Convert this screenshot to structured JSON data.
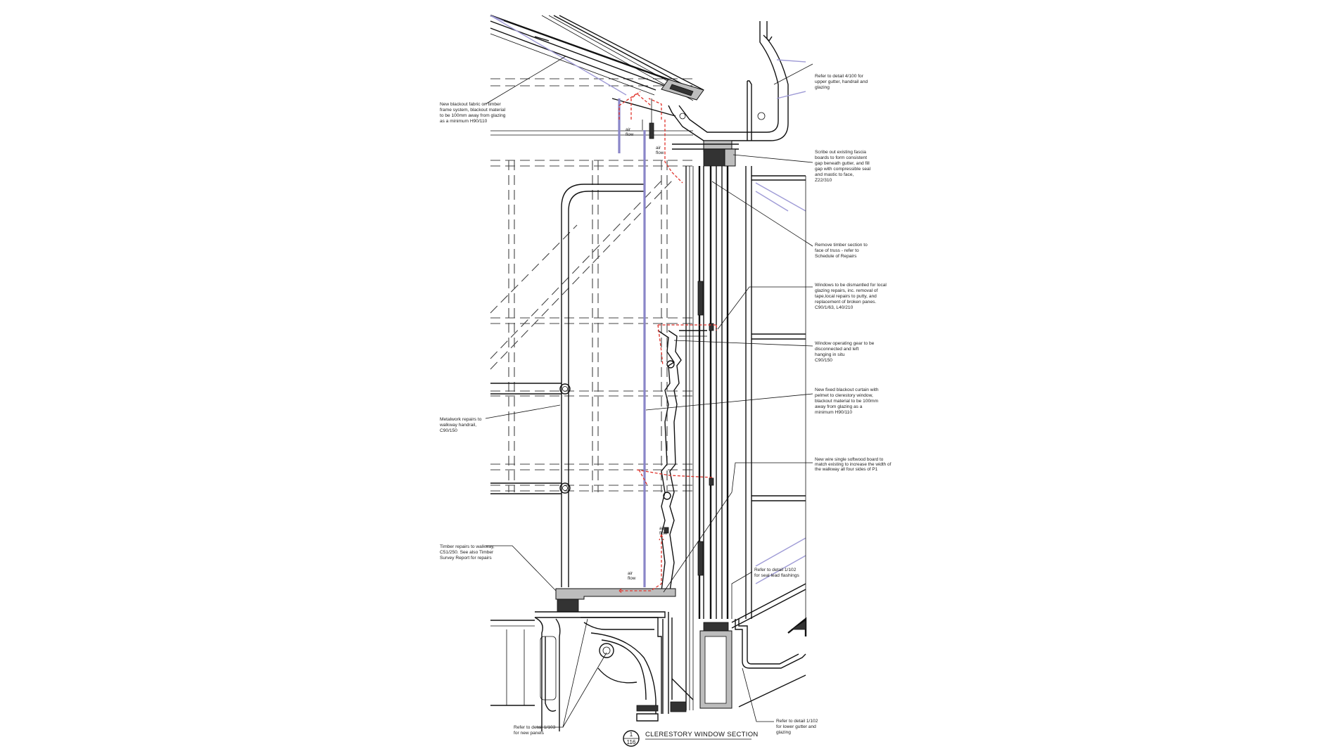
{
  "title": {
    "text": "CLERESTORY WINDOW SECTION",
    "ref_top": "1",
    "ref_bottom": "116"
  },
  "annotations": [
    {
      "id": "upper-gutter",
      "lines": [
        "Refer to detail 4/100 for",
        "upper gutter, handrail and",
        "glazing"
      ]
    },
    {
      "id": "fascia",
      "lines": [
        "Scribe out existing fascia",
        "boards to form consistent",
        "gap beneath gutter, and fill",
        "gap with compressible seal",
        "and mastic to face,",
        "Z22/310"
      ]
    },
    {
      "id": "timber-section",
      "lines": [
        "Remove timber section to",
        "face of truss - refer to",
        "Schedule of Repairs"
      ]
    },
    {
      "id": "windows",
      "lines": [
        "Windows to be dismantled for local",
        "glazing repairs, inc. removal of",
        "tape,local repairs to putty, and",
        "replacement of broken panes.",
        "C90/1/63, L40/210"
      ]
    },
    {
      "id": "operating-gear",
      "lines": [
        "Window operating gear to be",
        "disconnected and left",
        "hanging in situ",
        "C90/150"
      ]
    },
    {
      "id": "blackout-curtain",
      "lines": [
        "New fixed blackout curtain with",
        "pelmet to clerestory window,",
        "blackout material to be 100mm",
        "away from glazing as a",
        "minimum H90/110"
      ]
    },
    {
      "id": "softwood-board",
      "lines": [
        "New wire single softwood board to",
        "match existing to increase the width of",
        "the walkway all four sides of P1"
      ]
    },
    {
      "id": "seal-flashings",
      "lines": [
        "Refer to detail 1/102",
        "for seal lead flashings"
      ]
    },
    {
      "id": "lower-gutter",
      "lines": [
        "Refer to detail 1/102",
        "for lower gutter and",
        "glazing"
      ]
    },
    {
      "id": "blackout-fabric",
      "lines": [
        "New blackout fabric on timber",
        "frame system, blackout material",
        "to be 100mm away from glazing",
        "as a minimum H90/110"
      ]
    },
    {
      "id": "metalwork",
      "lines": [
        "Metalwork repairs to",
        "walkway handrail,",
        "C90/150"
      ]
    },
    {
      "id": "timber-repairs",
      "lines": [
        "Timber repairs to walkway,",
        "C51/250. See also Timber",
        "Survey Report for repairs"
      ]
    },
    {
      "id": "new-panels",
      "lines": [
        "Refer to detail 1/103",
        "for new panels"
      ]
    }
  ],
  "airflow_labels": [
    {
      "id": "af1",
      "lines": [
        "air",
        "flow"
      ]
    },
    {
      "id": "af2",
      "lines": [
        "air",
        "flow"
      ]
    },
    {
      "id": "af3",
      "lines": [
        "air",
        "flow"
      ]
    },
    {
      "id": "af4",
      "lines": [
        "air",
        "flow"
      ]
    }
  ],
  "colors": {
    "line": "#111111",
    "blackout": "#8a86c8",
    "airflow": "#e0332b"
  }
}
